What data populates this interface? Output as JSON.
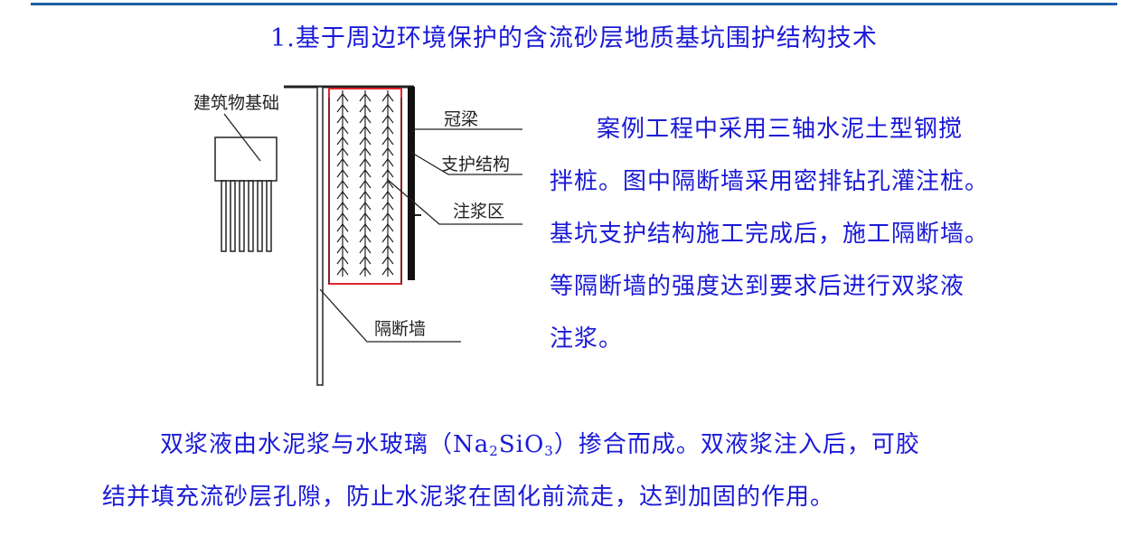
{
  "page": {
    "title": "1.基于周边环境保护的含流砂层地质基坑围护结构技术"
  },
  "diagram": {
    "label_building_foundation": "建筑物基础",
    "label_crown_beam": "冠梁",
    "label_support_structure": "支护结构",
    "label_grouting_zone": "注浆区",
    "label_isolation_wall": "隔断墙"
  },
  "right_paragraph": {
    "lines": [
      "案例工程中采用三轴水泥土型钢搅",
      "拌桩。图中隔断墙采用密排钻孔灌注桩。",
      "基坑支护结构施工完成后，施工隔断墙。",
      "等隔断墙的强度达到要求后进行双浆液",
      "注浆。"
    ]
  },
  "bottom_paragraph": {
    "line1_before": "双浆液由水泥浆与水玻璃（Na",
    "sub1": "2",
    "line1_mid": "SiO",
    "sub2": "3",
    "line1_after": "）掺合而成。双液浆注入后，可胶",
    "line2": "结并填充流砂层孔隙，防止水泥浆在固化前流走，达到加固的作用。"
  },
  "colors": {
    "text_blue": "#1a1ad6",
    "rule_blue": "#1f5fa8",
    "grout_outline_red": "#e0262b"
  }
}
